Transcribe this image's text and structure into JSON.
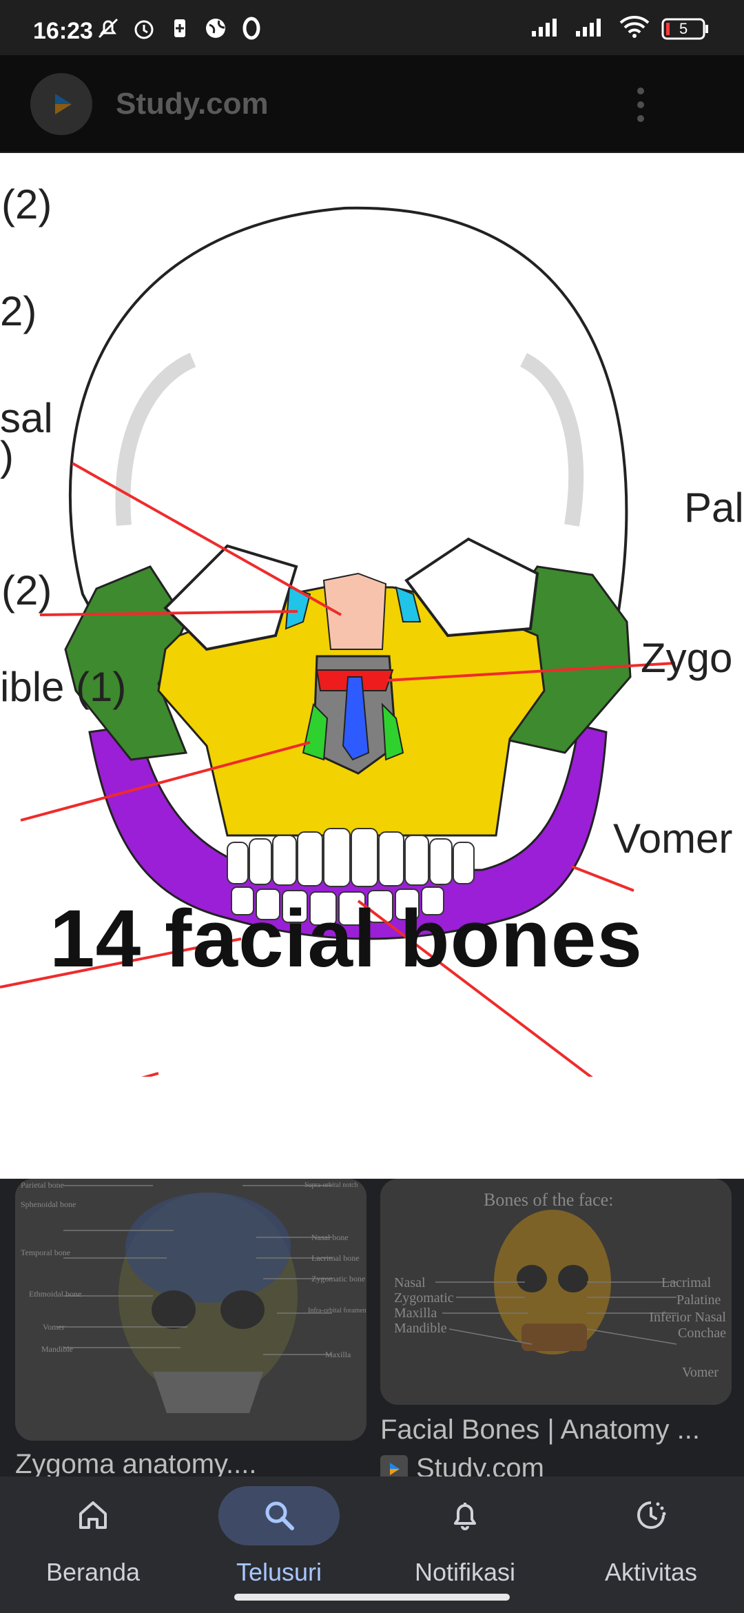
{
  "status_bar": {
    "time": "16:23",
    "battery": "5",
    "icons_left": [
      "mute-icon",
      "alarm-icon",
      "battery-saver-icon",
      "globe-icon",
      "o-icon"
    ],
    "icons_right": [
      "signal-icon",
      "signal-icon",
      "wifi-icon",
      "battery-icon"
    ]
  },
  "app_bar": {
    "site_name": "Study.com",
    "icon": "play-logo-icon",
    "menu_icon": "more-vert-icon"
  },
  "preview_image": {
    "caption": "14 facial bones",
    "labels": {
      "left_1": "(2)",
      "left_2": "2)",
      "left_3a": "sal",
      "left_3b": ")",
      "left_4": "(2)",
      "left_5": "ible (1)",
      "right_1": "Pal",
      "right_2": "Zygo",
      "right_3": "Vomer"
    },
    "colors": {
      "maxilla": "#f2d200",
      "zygomatic": "#3e8a2e",
      "mandible": "#9b1fd6",
      "nasal": "#f7c3ad",
      "lacrimal": "#1fc4e8",
      "palatine": "#ee1c1c",
      "vomer": "#2d5bff",
      "conchae": "#2fd12f",
      "leader_line": "#ef2b2b"
    }
  },
  "results": [
    {
      "title": "Zygoma anatomy....",
      "thumbnail_labels": [
        "Parietal bone",
        "Sphenoidal bone",
        "Temporal bone",
        "Ethmoidal bone",
        "Vomer",
        "Mandible",
        "Supra-orbital notch",
        "Nasal bone",
        "Lacrimal bone",
        "Zygomatic bone",
        "Infra-orbital foramen",
        "Maxilla"
      ]
    },
    {
      "title": "Facial Bones | Anatomy ...",
      "source": "Study.com",
      "thumbnail_heading": "Bones of the face:",
      "thumbnail_labels_left": [
        "Nasal",
        "Zygomatic",
        "Maxilla",
        "Mandible"
      ],
      "thumbnail_labels_right": [
        "Lacrimal",
        "Palatine",
        "Inferior Nasal Conchae",
        "Vomer"
      ]
    }
  ],
  "nav": [
    {
      "label": "Beranda",
      "icon": "home-icon",
      "active": false
    },
    {
      "label": "Telusuri",
      "icon": "search-icon",
      "active": true
    },
    {
      "label": "Notifikasi",
      "icon": "bell-icon",
      "active": false
    },
    {
      "label": "Aktivitas",
      "icon": "activity-icon",
      "active": false
    }
  ]
}
